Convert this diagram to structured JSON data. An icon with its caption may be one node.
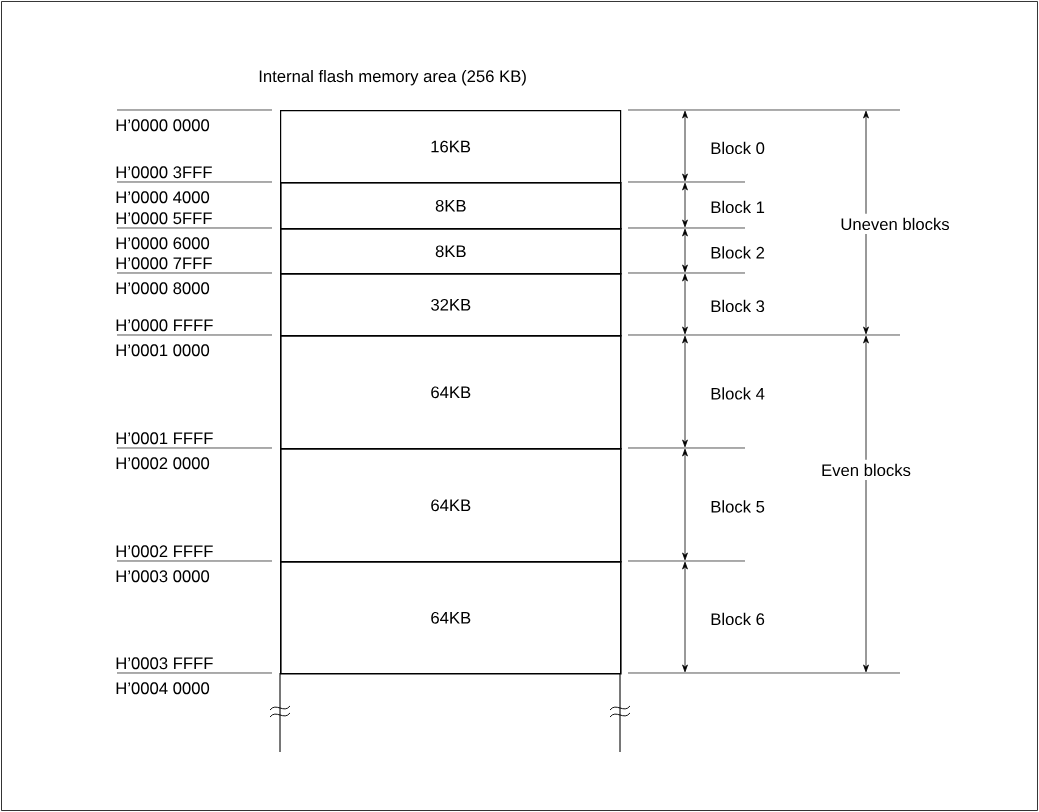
{
  "diagram": {
    "title": "Internal flash memory area (256 KB)",
    "nodes": [
      {
        "text": [
          "16KB"
        ]
      },
      {
        "text": [
          "8KB"
        ]
      },
      {
        "text": [
          "8KB"
        ]
      },
      {
        "text": [
          "32KB"
        ]
      },
      {
        "text": [
          "64KB"
        ]
      },
      {
        "text": [
          "64KB"
        ]
      },
      {
        "text": [
          "64KB"
        ]
      }
    ],
    "edges": [],
    "labels": [
      "H’0000 0000",
      "H’0000 3FFF",
      "H’0000 4000",
      "H’0000 5FFF",
      "H’0000 6000",
      "H’0000 7FFF",
      "H’0000 8000",
      "H’0000 FFFF",
      "H’0001 0000",
      "H’0001 FFFF",
      "H’0002 0000",
      "H’0002 FFFF",
      "H’0003 0000",
      "H’0003 FFFF",
      "H’0004 0000",
      "Block 0",
      "Block 1",
      "Block 2",
      "Block 3",
      "Block 4",
      "Block 5",
      "Block 6",
      "Uneven blocks",
      "Even blocks"
    ]
  }
}
